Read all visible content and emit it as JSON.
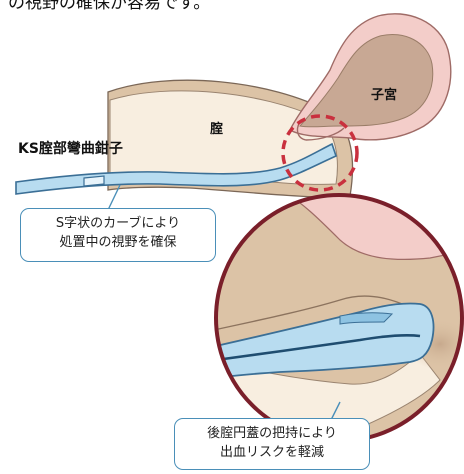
{
  "header": {
    "text": "の視野の確保が容易です。"
  },
  "labels": {
    "uterus": "子宮",
    "vagina": "腟",
    "forceps": "KS腟部彎曲鉗子"
  },
  "callouts": {
    "curve": {
      "line1": "S字状のカーブにより",
      "line2": "処置中の視野を確保"
    },
    "grip": {
      "line1": "後腟円蓋の把持により",
      "line2": "出血リスクを軽減"
    }
  },
  "colors": {
    "forceps_fill": "#b8dcf0",
    "forceps_stroke": "#3b6f96",
    "dashed_circle": "#c9303e",
    "arrow": "#c02a3a",
    "uterus_fill": "#f3cdc9",
    "uterus_inner": "#c8a894",
    "vagina_fill": "#f8eee0",
    "tissue": "#d9bfa2",
    "callout_border": "#4a8fb8"
  }
}
